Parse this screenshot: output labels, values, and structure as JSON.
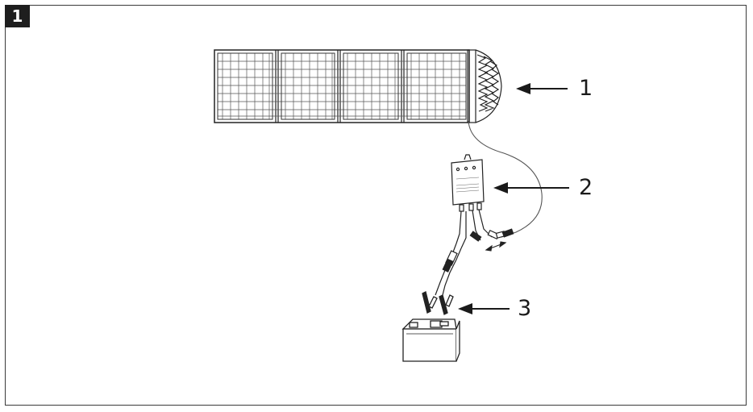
{
  "figure": {
    "number": "1"
  },
  "callouts": [
    {
      "id": "1",
      "label": "1"
    },
    {
      "id": "2",
      "label": "2"
    },
    {
      "id": "3",
      "label": "3"
    }
  ],
  "colors": {
    "line": "#1a1a1a",
    "frame": "#3a3a3a",
    "badge": "#1e1e1e"
  }
}
